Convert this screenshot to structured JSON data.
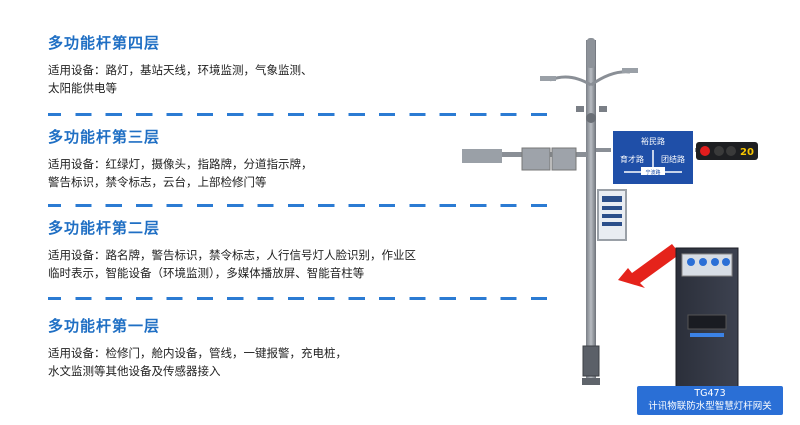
{
  "layers": [
    {
      "title": "多功能杆第四层",
      "line1": "适用设备：路灯，基站天线，环境监测，气象监测、",
      "line2": "太阳能供电等"
    },
    {
      "title": "多功能杆第三层",
      "line1": "适用设备：红绿灯，摄像头，指路牌，分道指示牌，",
      "line2": "警告标识，禁令标志，云台，上部检修门等"
    },
    {
      "title": "多功能杆第二层",
      "line1": "适用设备：路名牌，警告标识，禁令标志，人行信号灯人脸识别，作业区",
      "line2": "临时表示，智能设备（环境监测），多媒体播放屏、智能音柱等"
    },
    {
      "title": "多功能杆第一层",
      "line1": "适用设备：检修门，舱内设备，管线，一键报警，充电桩，",
      "line2": "水文监测等其他设备及传感器接入"
    }
  ],
  "sign": {
    "top": "裕民路",
    "left": "育才路",
    "right": "团结路",
    "bottom": "宁波路"
  },
  "signal_count": "20",
  "device": {
    "model": "TG473",
    "name": "计讯物联防水型智慧灯杆网关"
  },
  "colors": {
    "accent": "#1f6fc4",
    "dash": "#2b7bd3",
    "arrow": "#e5231b",
    "sign": "#1f4fa8"
  }
}
